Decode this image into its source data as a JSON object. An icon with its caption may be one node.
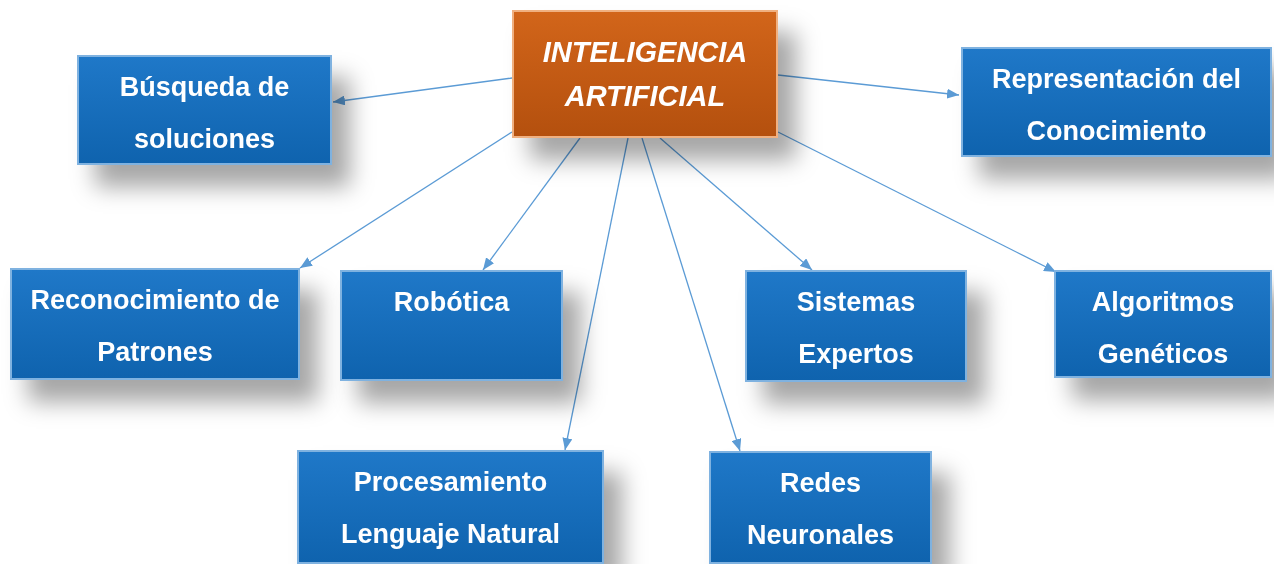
{
  "diagram": {
    "nodes": [
      {
        "text": [
          "INTELIGENCIA ARTIFICIAL"
        ]
      },
      {
        "text": [
          "Búsqueda de soluciones"
        ]
      },
      {
        "text": [
          "Representación del Conocimiento"
        ]
      },
      {
        "text": [
          "Reconocimiento de Patrones"
        ]
      },
      {
        "text": [
          "Robótica"
        ]
      },
      {
        "text": [
          "Sistemas Expertos"
        ]
      },
      {
        "text": [
          "Algoritmos Genéticos"
        ]
      },
      {
        "text": [
          "Procesamiento Lenguaje Natural"
        ]
      },
      {
        "text": [
          "Redes Neuronales"
        ]
      }
    ],
    "edges": [
      {
        "from": 0,
        "to": 1,
        "arrow": "to"
      },
      {
        "from": 0,
        "to": 2,
        "arrow": "to"
      },
      {
        "from": 0,
        "to": 3,
        "arrow": "to"
      },
      {
        "from": 0,
        "to": 4,
        "arrow": "to"
      },
      {
        "from": 0,
        "to": 7,
        "arrow": "to"
      },
      {
        "from": 0,
        "to": 8,
        "arrow": "to"
      },
      {
        "from": 0,
        "to": 5,
        "arrow": "to"
      },
      {
        "from": 0,
        "to": 6,
        "arrow": "to"
      }
    ]
  }
}
